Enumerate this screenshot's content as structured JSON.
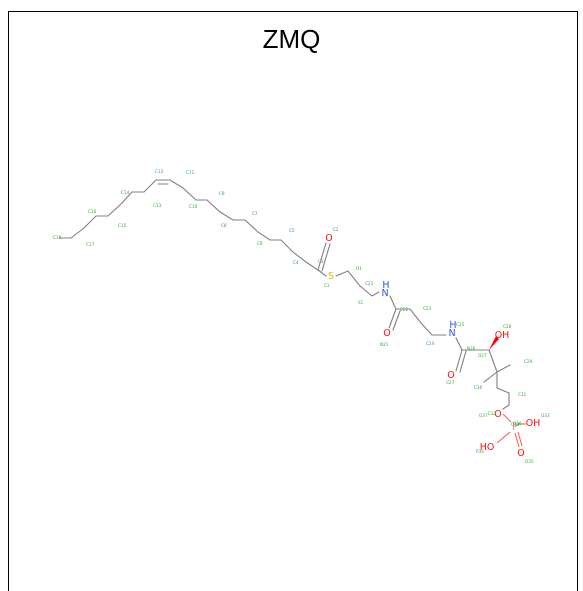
{
  "title": "ZMQ",
  "colors": {
    "carbon_bond": "#808080",
    "atom_label": "#33aa33",
    "oxygen": "#ff0d0d",
    "nitrogen": "#3050f8",
    "sulfur": "#c8c800",
    "phosphorus": "#ff80c0"
  },
  "heteroatoms": [
    {
      "id": "o1",
      "text": "O",
      "element": "O"
    },
    {
      "id": "s1",
      "text": "S",
      "element": "S"
    },
    {
      "id": "n1",
      "text": "N",
      "element": "N"
    },
    {
      "id": "h1",
      "text": "H",
      "element": "N"
    },
    {
      "id": "o2",
      "text": "O",
      "element": "O"
    },
    {
      "id": "n2",
      "text": "N",
      "element": "N"
    },
    {
      "id": "h2",
      "text": "H",
      "element": "N"
    },
    {
      "id": "o3",
      "text": "O",
      "element": "O"
    },
    {
      "id": "oh1",
      "text": "OH",
      "element": "O"
    },
    {
      "id": "o4",
      "text": "O",
      "element": "O"
    },
    {
      "id": "p1",
      "text": "P",
      "element": "P"
    },
    {
      "id": "oh2",
      "text": "OH",
      "element": "O"
    },
    {
      "id": "ho1",
      "text": "HO",
      "element": "O"
    },
    {
      "id": "o5",
      "text": "O",
      "element": "O"
    }
  ],
  "atom_labels": [
    "C18",
    "C17",
    "C16",
    "C15",
    "C14",
    "C13",
    "C12",
    "C11",
    "C10",
    "C9",
    "C8",
    "C7",
    "C6",
    "C5",
    "C4",
    "C3",
    "C2",
    "C1",
    "O1",
    "S1",
    "C21",
    "C22",
    "N21",
    "C23",
    "O23",
    "C24",
    "C25",
    "N26",
    "C27",
    "O27",
    "C28",
    "C29",
    "O29",
    "C30",
    "C31",
    "C32",
    "C33",
    "O33",
    "P34",
    "O35",
    "O36",
    "O37"
  ]
}
